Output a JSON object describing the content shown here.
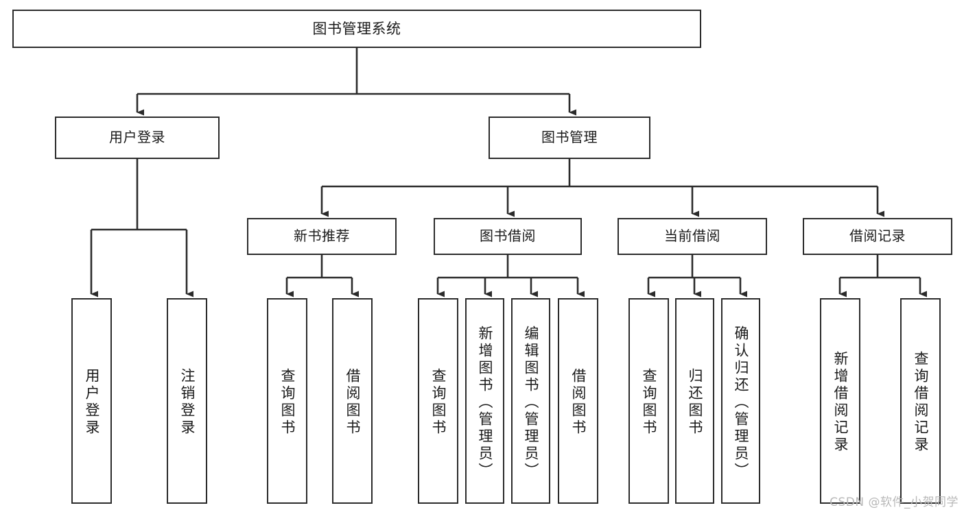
{
  "diagram": {
    "title": "图书管理系统",
    "root": {
      "label": "图书管理系统"
    },
    "level2": [
      {
        "label": "用户登录"
      },
      {
        "label": "图书管理"
      }
    ],
    "level3": [
      {
        "label": "新书推荐"
      },
      {
        "label": "图书借阅"
      },
      {
        "label": "当前借阅"
      },
      {
        "label": "借阅记录"
      }
    ],
    "leaves": {
      "user_login": [
        {
          "label": "用户登录"
        },
        {
          "label": "注销登录"
        }
      ],
      "new_book_recommend": [
        {
          "label": "查询图书"
        },
        {
          "label": "借阅图书"
        }
      ],
      "book_borrow": [
        {
          "label": "查询图书"
        },
        {
          "label": "新增图书（管理员）"
        },
        {
          "label": "编辑图书（管理员）"
        },
        {
          "label": "借阅图书"
        }
      ],
      "current_borrow": [
        {
          "label": "查询图书"
        },
        {
          "label": "归还图书"
        },
        {
          "label": "确认归还（管理员）"
        }
      ],
      "borrow_record": [
        {
          "label": "新增借阅记录"
        },
        {
          "label": "查询借阅记录"
        }
      ]
    }
  },
  "watermark": {
    "text": "CSDN @软件_小贺同学"
  },
  "colors": {
    "stroke": "#2b2b2b",
    "fill": "#ffffff",
    "text": "#1a1a1a",
    "watermark": "#b8b8b8"
  }
}
